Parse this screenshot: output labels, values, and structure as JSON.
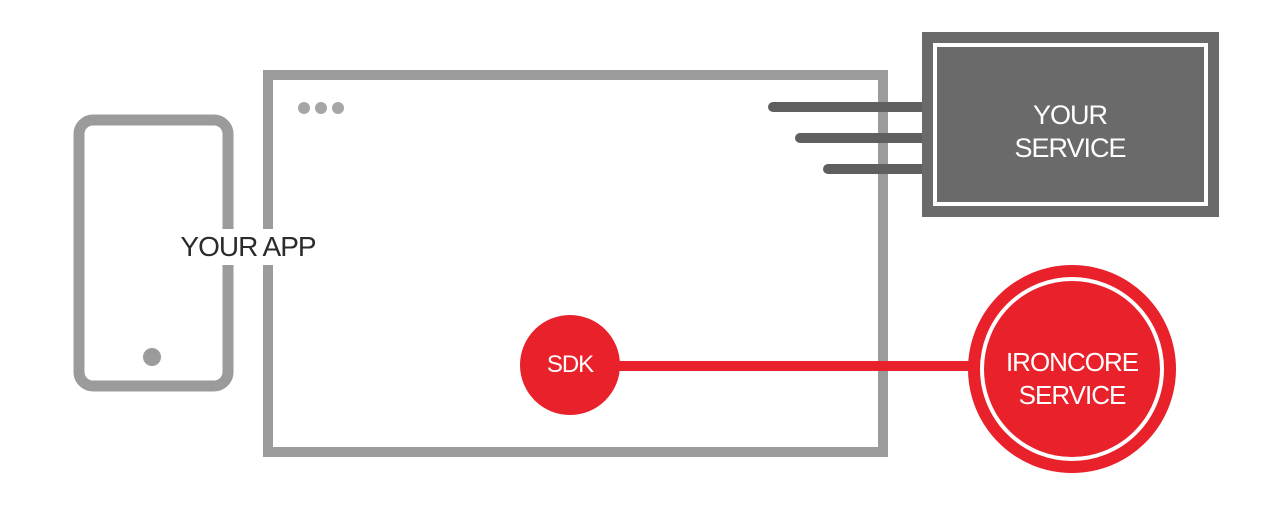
{
  "labels": {
    "app": "YOUR APP",
    "service": [
      "YOUR",
      "SERVICE"
    ],
    "sdk": "SDK",
    "ironcore": [
      "IRONCORE",
      "SERVICE"
    ]
  },
  "colors": {
    "frame_gray": "#9b9b9b",
    "dots_gray": "#a6a6a6",
    "service_fill": "#6a6a6a",
    "service_lines": "#5f5f5f",
    "accent_red": "#e8212b",
    "text_dark": "#2b2b2b",
    "text_light": "#ffffff"
  }
}
